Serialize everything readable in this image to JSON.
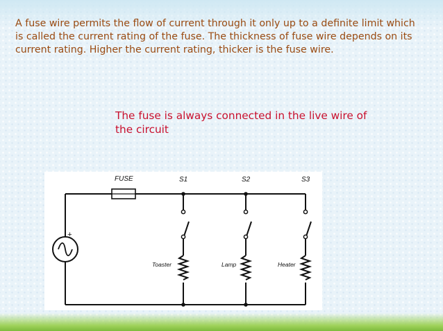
{
  "slide": {
    "paragraph": "A fuse wire permits the flow of current through it only up to a definite limit which is called the current rating of the fuse. The thickness of fuse wire depends on its current rating. Higher the current rating, thicker is the fuse wire.",
    "note": "The fuse is always connected in the live wire of the circuit"
  },
  "diagram": {
    "fuse_label": "FUSE",
    "switch_labels": [
      "S1",
      "S2",
      "S3"
    ],
    "load_labels": [
      "Toaster",
      "Lamp",
      "Heater"
    ],
    "source_polarity": "+"
  },
  "colors": {
    "paragraph_text": "#9a4b12",
    "note_text": "#c8102e",
    "background": "#e9f3f9"
  }
}
